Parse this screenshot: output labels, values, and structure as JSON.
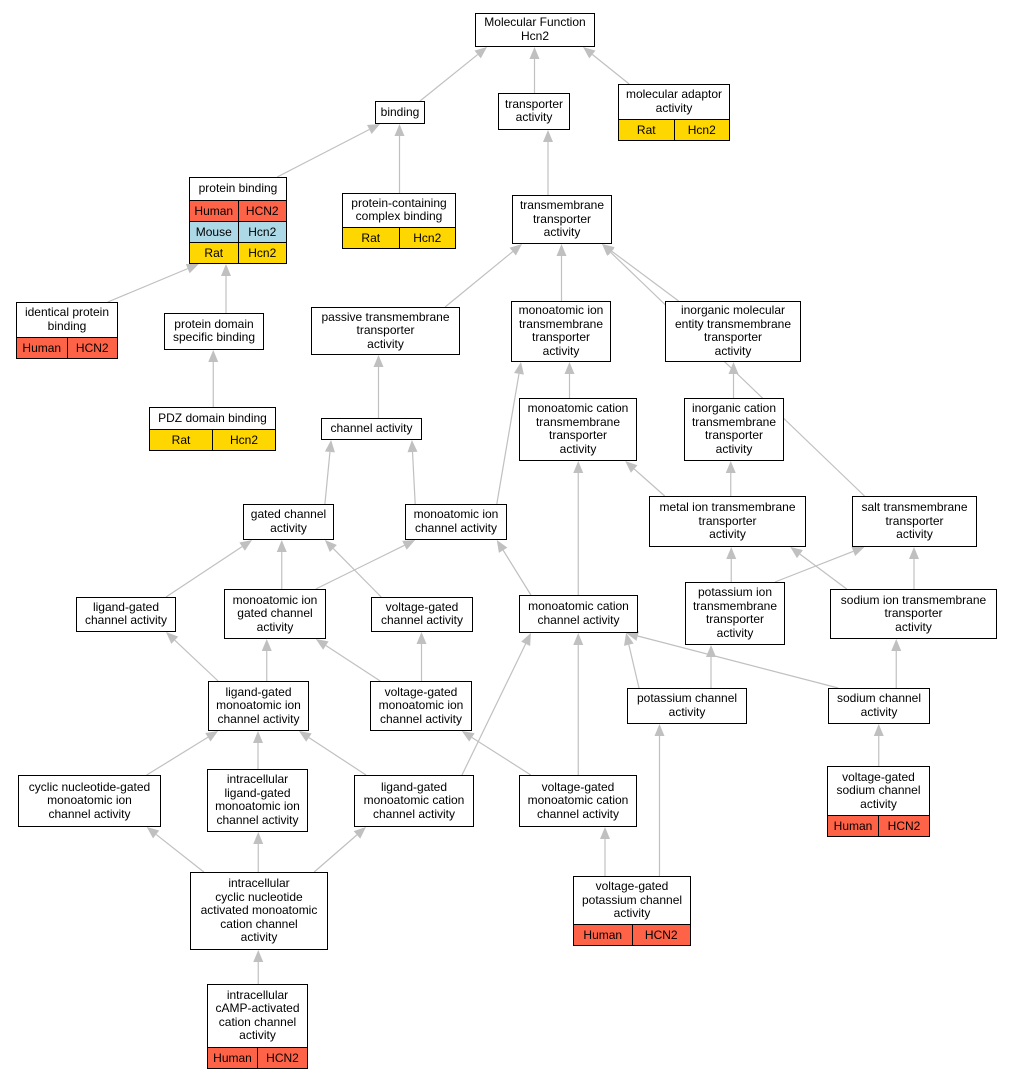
{
  "colors": {
    "edge": "#c0c0c0",
    "Human": "#ff6347",
    "Mouse": "#add8e6",
    "Rat": "#ffd700"
  },
  "nodes": [
    {
      "id": "mf",
      "label": "Molecular Function\nHcn2",
      "annotations": []
    },
    {
      "id": "binding",
      "label": "binding",
      "annotations": []
    },
    {
      "id": "transporter",
      "label": "transporter\nactivity",
      "annotations": []
    },
    {
      "id": "adaptor",
      "label": "molecular adaptor\nactivity",
      "annotations": [
        [
          "Rat",
          "Hcn2"
        ]
      ]
    },
    {
      "id": "protbind",
      "label": "protein binding",
      "annotations": [
        [
          "Human",
          "HCN2"
        ],
        [
          "Mouse",
          "Hcn2"
        ],
        [
          "Rat",
          "Hcn2"
        ]
      ]
    },
    {
      "id": "complex",
      "label": "protein-containing\ncomplex binding",
      "annotations": [
        [
          "Rat",
          "Hcn2"
        ]
      ]
    },
    {
      "id": "tmtrans",
      "label": "transmembrane\ntransporter\nactivity",
      "annotations": []
    },
    {
      "id": "identical",
      "label": "identical protein\nbinding",
      "annotations": [
        [
          "Human",
          "HCN2"
        ]
      ]
    },
    {
      "id": "domain",
      "label": "protein domain\nspecific binding",
      "annotations": []
    },
    {
      "id": "passive",
      "label": "passive transmembrane\ntransporter\nactivity",
      "annotations": []
    },
    {
      "id": "monoion_tm",
      "label": "monoatomic ion\ntransmembrane\ntransporter\nactivity",
      "annotations": []
    },
    {
      "id": "inorgmol",
      "label": "inorganic molecular\nentity transmembrane\ntransporter\nactivity",
      "annotations": []
    },
    {
      "id": "pdz",
      "label": "PDZ domain binding",
      "annotations": [
        [
          "Rat",
          "Hcn2"
        ]
      ]
    },
    {
      "id": "channel",
      "label": "channel activity",
      "annotations": []
    },
    {
      "id": "monocat_tm",
      "label": "monoatomic cation\ntransmembrane\ntransporter\nactivity",
      "annotations": []
    },
    {
      "id": "inorgcat",
      "label": "inorganic cation\ntransmembrane\ntransporter\nactivity",
      "annotations": []
    },
    {
      "id": "gated",
      "label": "gated channel\nactivity",
      "annotations": []
    },
    {
      "id": "monoion_ch",
      "label": "monoatomic ion\nchannel activity",
      "annotations": []
    },
    {
      "id": "metalion",
      "label": "metal ion transmembrane\ntransporter\nactivity",
      "annotations": []
    },
    {
      "id": "salt",
      "label": "salt transmembrane\ntransporter\nactivity",
      "annotations": []
    },
    {
      "id": "ligandgated",
      "label": "ligand-gated\nchannel activity",
      "annotations": []
    },
    {
      "id": "monoion_gated",
      "label": "monoatomic ion\ngated channel\nactivity",
      "annotations": []
    },
    {
      "id": "voltgated",
      "label": "voltage-gated\nchannel activity",
      "annotations": []
    },
    {
      "id": "monocat_ch",
      "label": "monoatomic cation\nchannel activity",
      "annotations": []
    },
    {
      "id": "potion_tm",
      "label": "potassium ion\ntransmembrane\ntransporter\nactivity",
      "annotations": []
    },
    {
      "id": "sodion_tm",
      "label": "sodium ion transmembrane\ntransporter\nactivity",
      "annotations": []
    },
    {
      "id": "lg_monoion",
      "label": "ligand-gated\nmonoatomic ion\nchannel activity",
      "annotations": []
    },
    {
      "id": "vg_monoion",
      "label": "voltage-gated\nmonoatomic ion\nchannel activity",
      "annotations": []
    },
    {
      "id": "potch",
      "label": "potassium channel\nactivity",
      "annotations": []
    },
    {
      "id": "sodch",
      "label": "sodium channel\nactivity",
      "annotations": []
    },
    {
      "id": "cyclic",
      "label": "cyclic nucleotide-gated\nmonoatomic ion\nchannel activity",
      "annotations": []
    },
    {
      "id": "intra_lg",
      "label": "intracellular\nligand-gated\nmonoatomic ion\nchannel activity",
      "annotations": []
    },
    {
      "id": "lg_monocat",
      "label": "ligand-gated\nmonoatomic cation\nchannel activity",
      "annotations": []
    },
    {
      "id": "vg_monocat",
      "label": "voltage-gated\nmonoatomic cation\nchannel activity",
      "annotations": []
    },
    {
      "id": "vg_sod",
      "label": "voltage-gated\nsodium channel\nactivity",
      "annotations": [
        [
          "Human",
          "HCN2"
        ]
      ]
    },
    {
      "id": "intra_cn",
      "label": "intracellular\ncyclic nucleotide\nactivated monoatomic\ncation channel\nactivity",
      "annotations": []
    },
    {
      "id": "vg_pot",
      "label": "voltage-gated\npotassium channel\nactivity",
      "annotations": [
        [
          "Human",
          "HCN2"
        ]
      ]
    },
    {
      "id": "camp",
      "label": "intracellular\ncAMP-activated\ncation channel\nactivity",
      "annotations": [
        [
          "Human",
          "HCN2"
        ]
      ]
    }
  ],
  "edges": [
    [
      "binding",
      "mf"
    ],
    [
      "transporter",
      "mf"
    ],
    [
      "adaptor",
      "mf"
    ],
    [
      "protbind",
      "binding"
    ],
    [
      "complex",
      "binding"
    ],
    [
      "tmtrans",
      "transporter"
    ],
    [
      "identical",
      "protbind"
    ],
    [
      "domain",
      "protbind"
    ],
    [
      "pdz",
      "domain"
    ],
    [
      "passive",
      "tmtrans"
    ],
    [
      "monoion_tm",
      "tmtrans"
    ],
    [
      "inorgmol",
      "tmtrans"
    ],
    [
      "salt",
      "tmtrans"
    ],
    [
      "channel",
      "passive"
    ],
    [
      "monocat_tm",
      "monoion_tm"
    ],
    [
      "monoion_ch",
      "monoion_tm"
    ],
    [
      "inorgcat",
      "inorgmol"
    ],
    [
      "gated",
      "channel"
    ],
    [
      "monoion_ch",
      "channel"
    ],
    [
      "monocat_ch",
      "monocat_tm"
    ],
    [
      "metalion",
      "monocat_tm"
    ],
    [
      "metalion",
      "inorgcat"
    ],
    [
      "ligandgated",
      "gated"
    ],
    [
      "monoion_gated",
      "gated"
    ],
    [
      "voltgated",
      "gated"
    ],
    [
      "monoion_gated",
      "monoion_ch"
    ],
    [
      "monocat_ch",
      "monoion_ch"
    ],
    [
      "potion_tm",
      "metalion"
    ],
    [
      "sodion_tm",
      "metalion"
    ],
    [
      "potion_tm",
      "salt"
    ],
    [
      "sodion_tm",
      "salt"
    ],
    [
      "lg_monoion",
      "ligandgated"
    ],
    [
      "lg_monoion",
      "monoion_gated"
    ],
    [
      "vg_monoion",
      "monoion_gated"
    ],
    [
      "vg_monoion",
      "voltgated"
    ],
    [
      "lg_monocat",
      "monocat_ch"
    ],
    [
      "vg_monocat",
      "monocat_ch"
    ],
    [
      "potch",
      "monocat_ch"
    ],
    [
      "sodch",
      "monocat_ch"
    ],
    [
      "potch",
      "potion_tm"
    ],
    [
      "sodch",
      "sodion_tm"
    ],
    [
      "cyclic",
      "lg_monoion"
    ],
    [
      "intra_lg",
      "lg_monoion"
    ],
    [
      "lg_monocat",
      "lg_monoion"
    ],
    [
      "vg_monocat",
      "vg_monoion"
    ],
    [
      "vg_sod",
      "sodch"
    ],
    [
      "intra_cn",
      "cyclic"
    ],
    [
      "intra_cn",
      "intra_lg"
    ],
    [
      "intra_cn",
      "lg_monocat"
    ],
    [
      "vg_pot",
      "vg_monocat"
    ],
    [
      "vg_pot",
      "potch"
    ],
    [
      "camp",
      "intra_cn"
    ]
  ]
}
